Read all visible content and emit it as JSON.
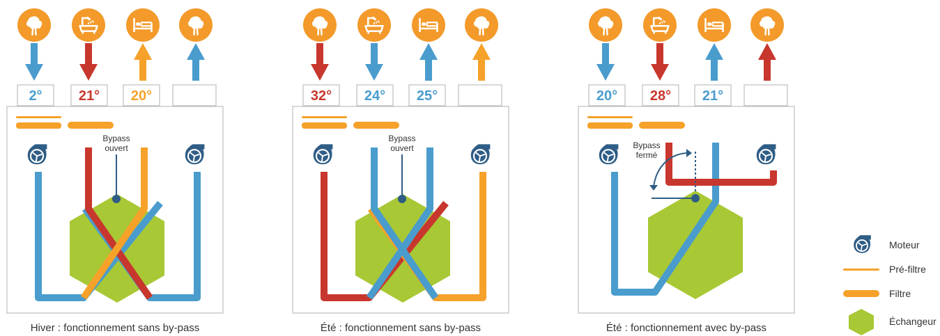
{
  "colors": {
    "blue": "#4a9ccd",
    "red": "#c8372d",
    "orange": "#f5a12a",
    "green": "#a8c835",
    "motor": "#2f5d86",
    "icon_bg": "#f39a2b",
    "box_border": "#bdbdbd"
  },
  "panels": [
    {
      "caption": "Hiver : fonctionnement sans by-pass",
      "bypass_line1": "Bypass",
      "bypass_line2": "ouvert",
      "icons": [
        "tree-icon",
        "bathtub-icon",
        "bed-icon",
        "tree-icon"
      ],
      "arrows": [
        "down",
        "down",
        "up",
        "up"
      ],
      "arrow_colors": [
        "blue",
        "red",
        "orange",
        "blue"
      ],
      "temps": [
        "2°",
        "21°",
        "20°",
        ""
      ],
      "temp_colors": [
        "blue",
        "red",
        "orange",
        "blue"
      ]
    },
    {
      "caption": "Été : fonctionnement sans by-pass",
      "bypass_line1": "Bypass",
      "bypass_line2": "ouvert",
      "icons": [
        "tree-icon",
        "bathtub-icon",
        "bed-icon",
        "tree-icon"
      ],
      "arrows": [
        "down",
        "down",
        "up",
        "up"
      ],
      "arrow_colors": [
        "red",
        "blue",
        "blue",
        "orange"
      ],
      "temps": [
        "32°",
        "24°",
        "25°",
        ""
      ],
      "temp_colors": [
        "red",
        "blue",
        "blue",
        "orange"
      ]
    },
    {
      "caption": "Été : fonctionnement avec by-pass",
      "bypass_line1": "Bypass",
      "bypass_line2": "fermé",
      "icons": [
        "tree-icon",
        "bathtub-icon",
        "bed-icon",
        "tree-icon"
      ],
      "arrows": [
        "down",
        "down",
        "up",
        "up"
      ],
      "arrow_colors": [
        "blue",
        "red",
        "blue",
        "red"
      ],
      "temps": [
        "20°",
        "28°",
        "21°",
        ""
      ],
      "temp_colors": [
        "blue",
        "red",
        "blue",
        "red"
      ]
    }
  ],
  "legend": {
    "motor": "Moteur",
    "prefilter": "Pré-filtre",
    "filter": "Filtre",
    "exchanger": "Échangeur"
  }
}
